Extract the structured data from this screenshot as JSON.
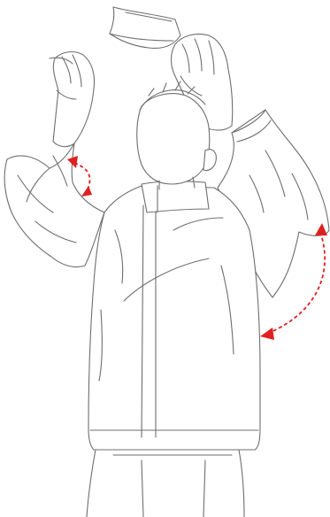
{
  "illustration": {
    "subject": "jacket-fit-line-drawing",
    "line_color": "#6e6e6e",
    "background": "#ffffff"
  },
  "annotations": {
    "arrow_color": "#e02020",
    "arrows": [
      {
        "name": "left-armpit-stretch-arrow",
        "style": "dashed",
        "heads": "both"
      },
      {
        "name": "right-sleeve-stretch-arrow",
        "style": "dashed",
        "heads": "both"
      }
    ]
  }
}
